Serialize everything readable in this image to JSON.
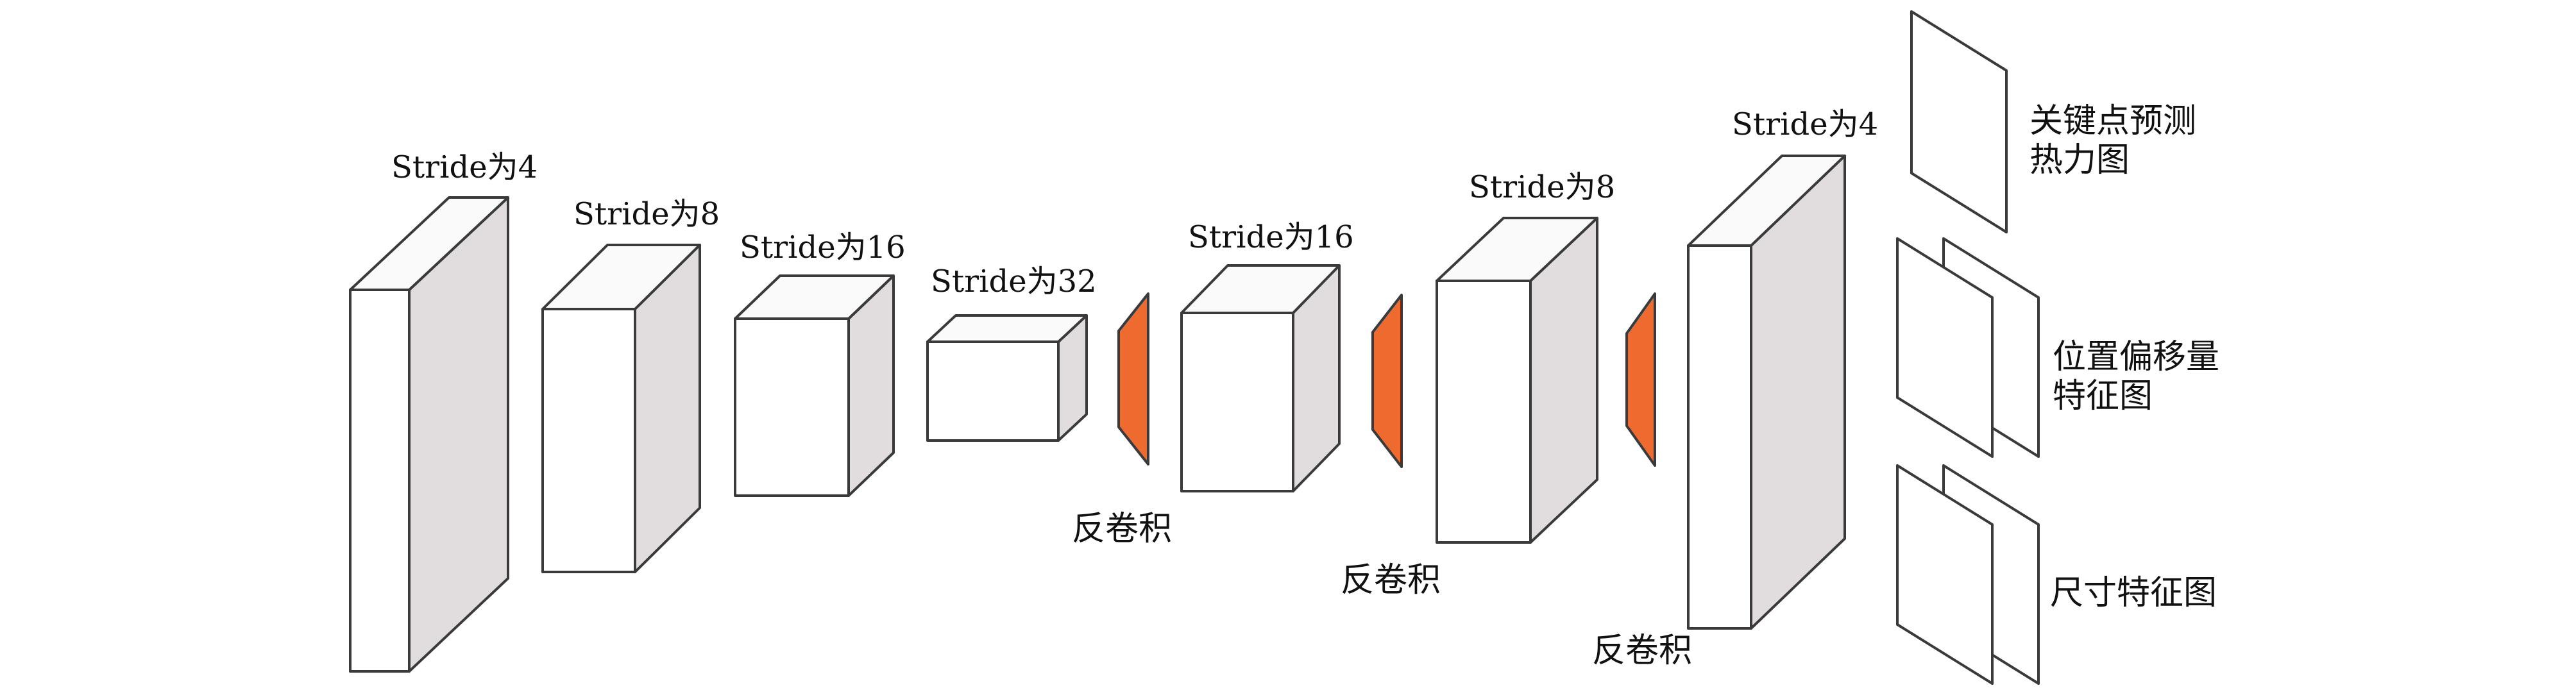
{
  "encoder": {
    "block1_label": "Stride为4",
    "block2_label": "Stride为8",
    "block3_label": "Stride为16",
    "block4_label": "Stride为32"
  },
  "decoder": {
    "deconv1_label": "反卷积",
    "block5_label": "Stride为16",
    "deconv2_label": "反卷积",
    "block6_label": "Stride为8",
    "deconv3_label": "反卷积",
    "block7_label": "Stride为4"
  },
  "heads": {
    "keypoint_heatmap": {
      "line1": "关键点预测",
      "line2": "热力图"
    },
    "offset_map": {
      "line1": "位置偏移量",
      "line2": "特征图"
    },
    "size_map": {
      "line1": "尺寸特征图"
    }
  },
  "colors": {
    "block_front": "#ffffff",
    "block_side": "#e1dcdd",
    "block_top": "#fbfafa",
    "edge": "#3a3a3a",
    "deconv": "#ef6a2e"
  }
}
